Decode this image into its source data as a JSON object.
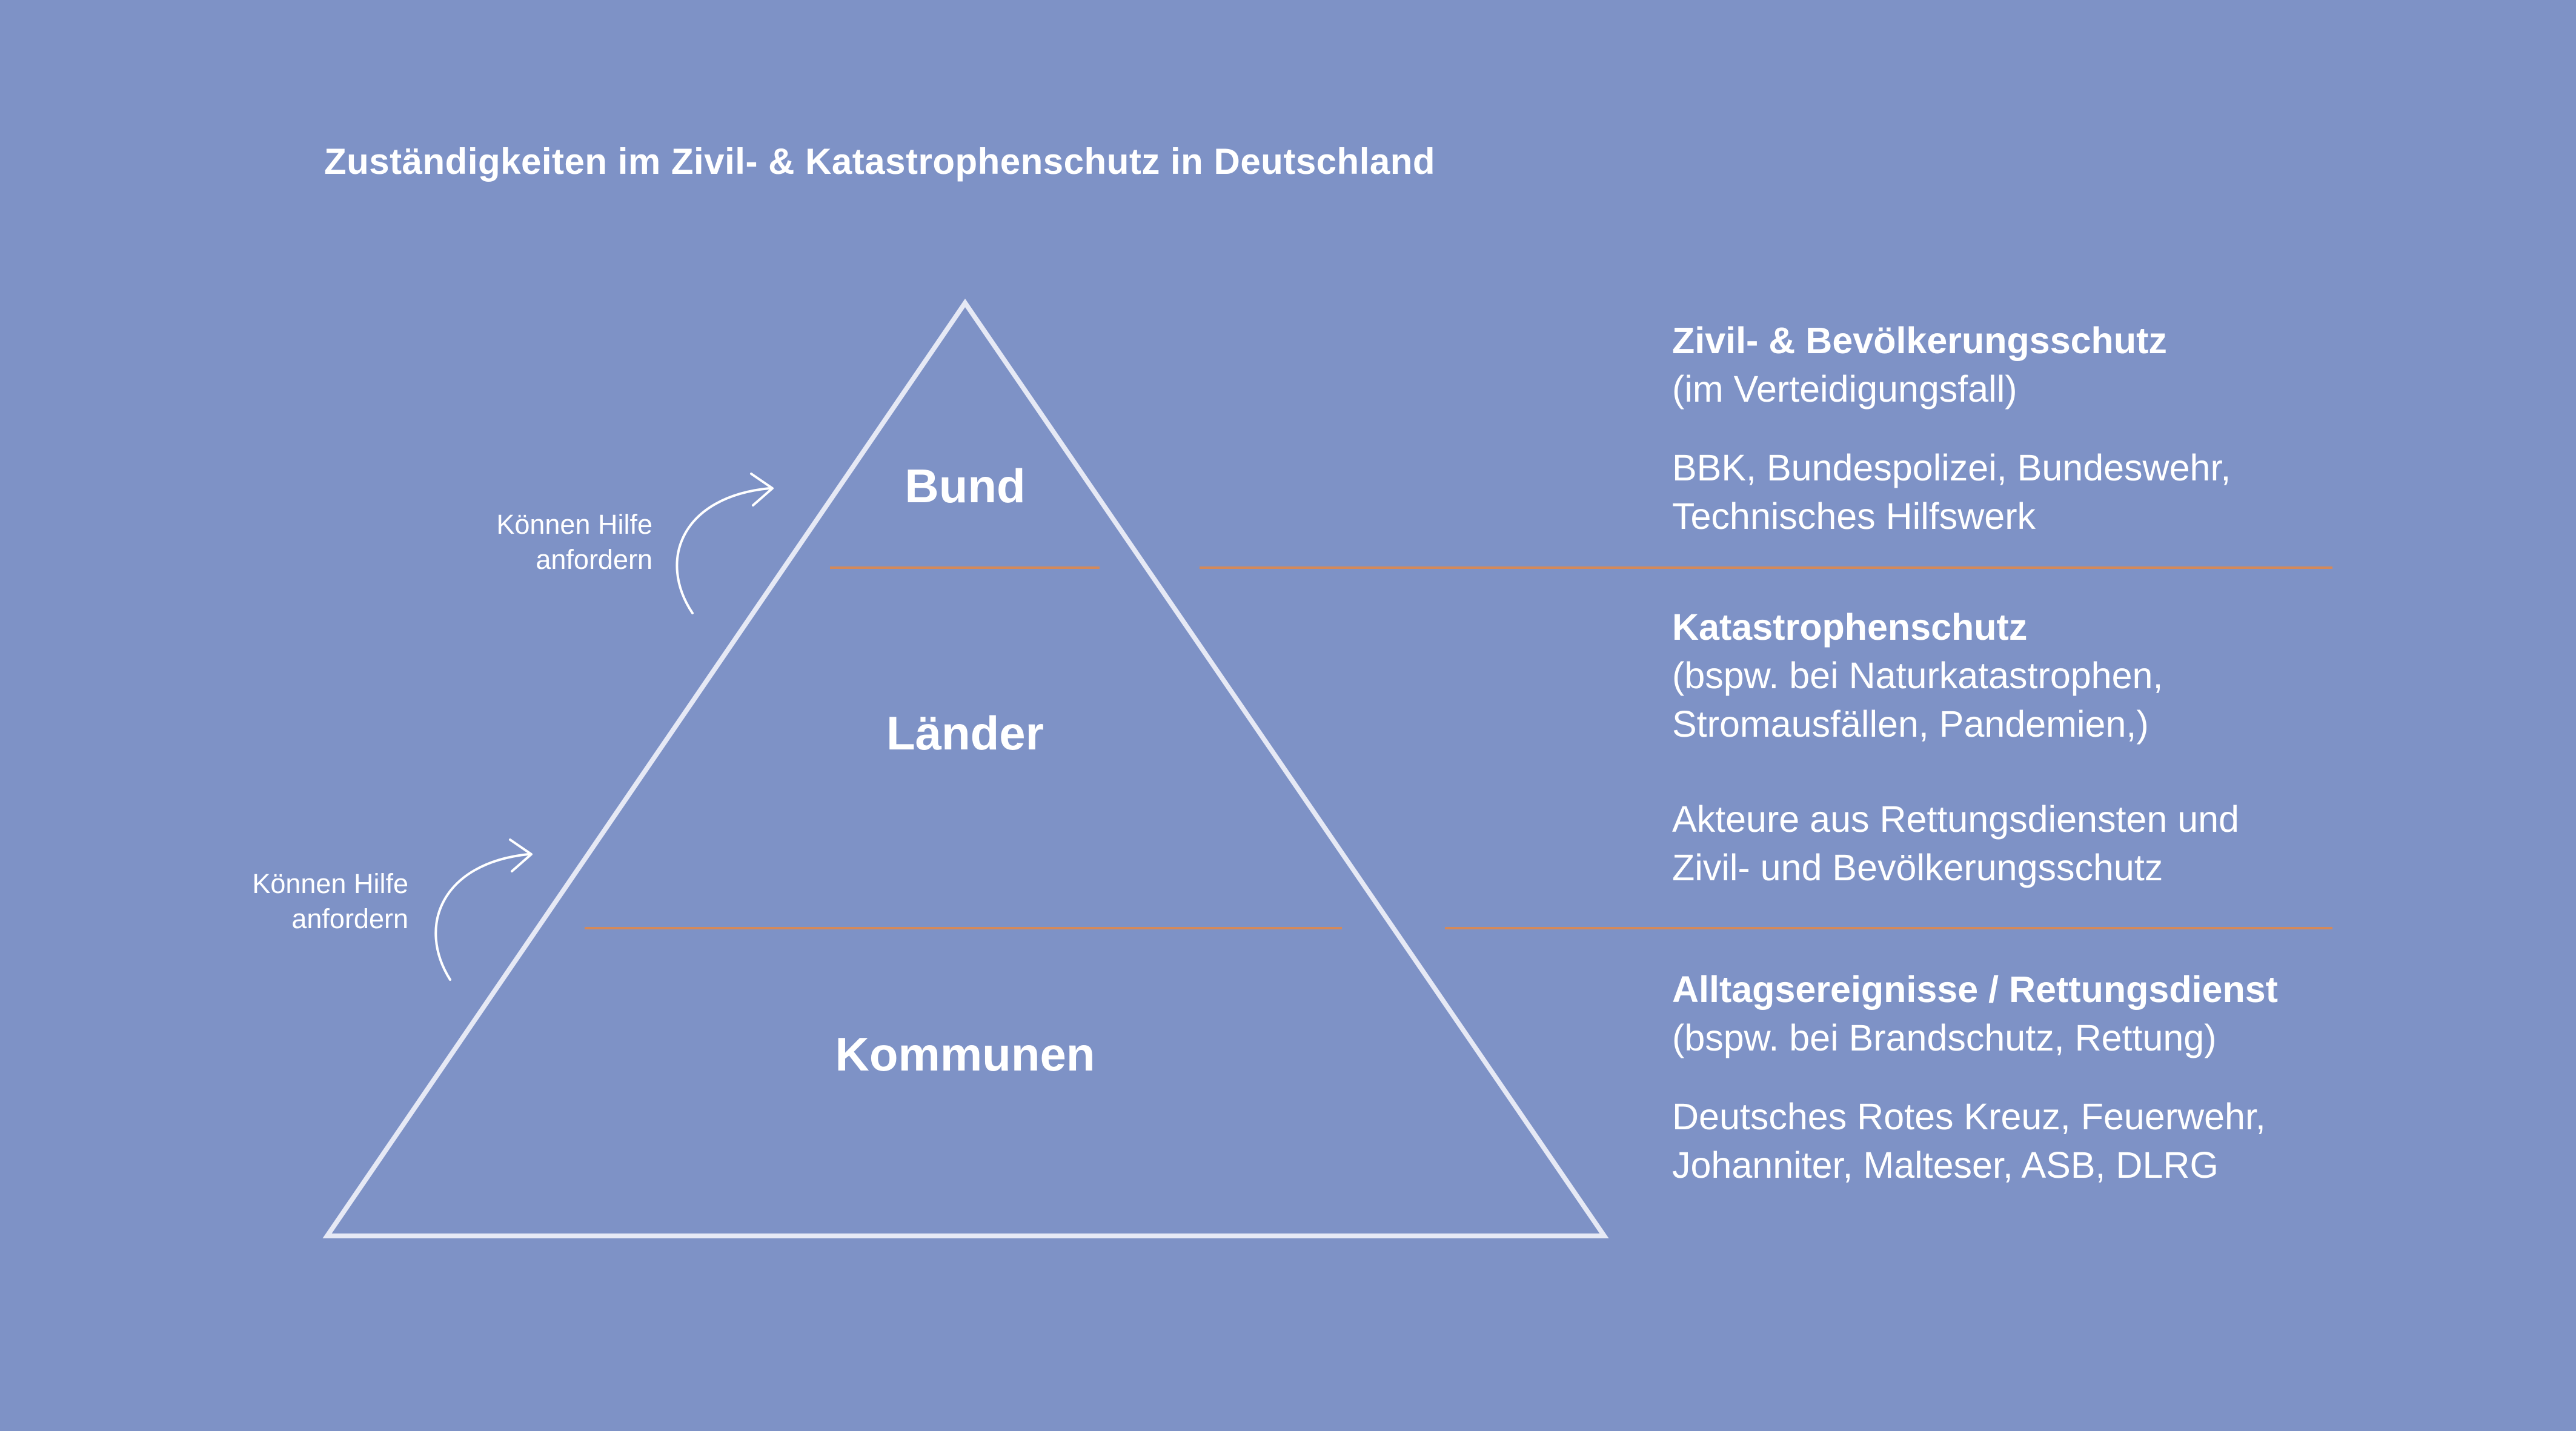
{
  "title": "Zuständigkeiten im Zivil- & Katastrophenschutz in Deutschland",
  "colors": {
    "background": "#7e92c6",
    "outline": "#e6e9f5",
    "divider": "#d4895a",
    "text": "#ffffff"
  },
  "levels": [
    {
      "label": "Bund"
    },
    {
      "label": "Länder"
    },
    {
      "label": "Kommunen"
    }
  ],
  "help_arrows": [
    {
      "line1": "Können Hilfe",
      "line2": "anfordern",
      "icon": "curved-arrow-icon"
    },
    {
      "line1": "Können Hilfe",
      "line2": "anfordern",
      "icon": "curved-arrow-icon"
    }
  ],
  "info": {
    "bund": {
      "heading": "Zivil- & Bevölkerungsschutz",
      "subheading": "(im Verteidigungsfall)",
      "actors_line1": "BBK, Bundespolizei, Bundeswehr,",
      "actors_line2": "Technisches Hilfswerk"
    },
    "laender": {
      "heading": "Katastrophenschutz",
      "sub_line1": "(bspw. bei Naturkatastrophen,",
      "sub_line2": "Stromausfällen, Pandemien,)",
      "actors_line1": "Akteure aus Rettungsdiensten und",
      "actors_line2": "Zivil- und Bevölkerungsschutz"
    },
    "kommunen": {
      "heading": "Alltagsereignisse / Rettungsdienst",
      "subheading": "(bspw. bei Brandschutz, Rettung)",
      "actors_line1": "Deutsches Rotes Kreuz, Feuerwehr,",
      "actors_line2": "Johanniter, Malteser, ASB, DLRG"
    }
  }
}
